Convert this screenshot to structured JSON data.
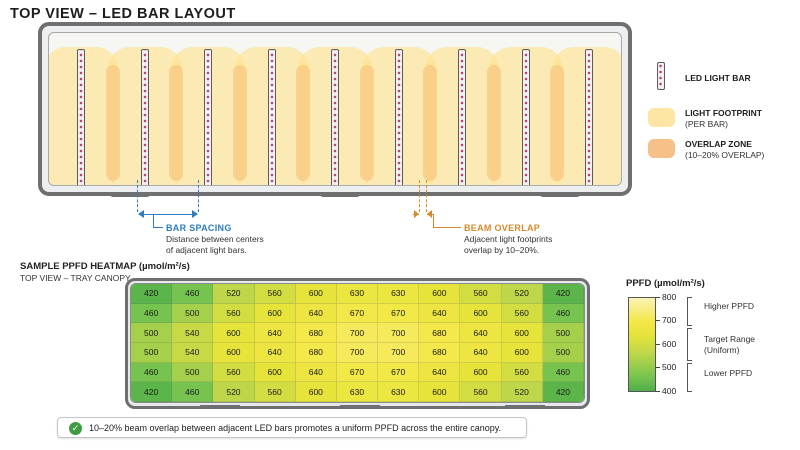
{
  "header": {
    "title": "TOP VIEW – LED BAR LAYOUT"
  },
  "legend": {
    "led_bar": {
      "label": "LED LIGHT BAR"
    },
    "footprint": {
      "label": "LIGHT FOOTPRINT",
      "sub": "(PER BAR)",
      "color": "#fde6a3"
    },
    "overlap": {
      "label": "OVERLAP ZONE",
      "sub": "(10–20% OVERLAP)",
      "color": "#f6c089"
    }
  },
  "annotations": {
    "bar_spacing": {
      "title": "BAR SPACING",
      "desc1": "Distance between centers",
      "desc2": "of adjacent light bars.",
      "color": "#2e7dc0"
    },
    "beam_overlap": {
      "title": "BEAM OVERLAP",
      "desc1": "Adjacent light footprints",
      "desc2": "overlap by 10–20%.",
      "color": "#d58a2c"
    }
  },
  "layout": {
    "bar_count": 9
  },
  "heatmap": {
    "title": "SAMPLE PPFD HEATMAP (µmol/m²/s)",
    "subtitle": "TOP VIEW – TRAY CANOPY",
    "rows": [
      [
        420,
        460,
        520,
        560,
        600,
        630,
        630,
        600,
        560,
        520,
        420
      ],
      [
        460,
        500,
        560,
        600,
        640,
        670,
        670,
        640,
        600,
        560,
        460
      ],
      [
        500,
        540,
        600,
        640,
        680,
        700,
        700,
        680,
        640,
        600,
        500
      ],
      [
        500,
        540,
        600,
        640,
        680,
        700,
        700,
        680,
        640,
        600,
        500
      ],
      [
        460,
        500,
        560,
        600,
        640,
        670,
        670,
        640,
        600,
        560,
        460
      ],
      [
        420,
        460,
        520,
        560,
        600,
        630,
        630,
        600,
        560,
        520,
        420
      ]
    ]
  },
  "colorbar": {
    "title": "PPFD (µmol/m²/s)",
    "ticks": [
      "800",
      "700",
      "600",
      "500",
      "400"
    ],
    "higher": "Higher PPFD",
    "target": "Target Range (Uniform)",
    "lower": "Lower PPFD"
  },
  "callout": {
    "icon": "check-circle-icon",
    "text": "10–20% beam overlap between adjacent LED bars promotes a uniform PPFD across the entire canopy."
  }
}
